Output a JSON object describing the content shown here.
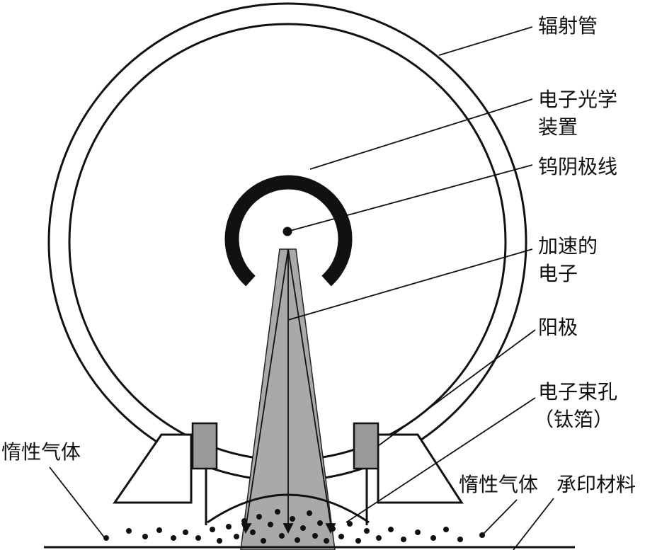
{
  "labels": {
    "radiation_tube": "辐射管",
    "electron_optics_1": "电子光学",
    "electron_optics_2": "装置",
    "tungsten_cathode": "钨阴极线",
    "accelerated_1": "加速的",
    "accelerated_2": "电子",
    "anode": "阳极",
    "beam_window_1": "电子束孔",
    "beam_window_2": "（钛箔）",
    "inert_gas_left": "惰性气体",
    "inert_gas_right": "惰性气体",
    "substrate": "承印材料"
  },
  "colors": {
    "line": "#111111",
    "beam": "#a9a9a9",
    "anode": "#999999",
    "background": "#ffffff"
  }
}
